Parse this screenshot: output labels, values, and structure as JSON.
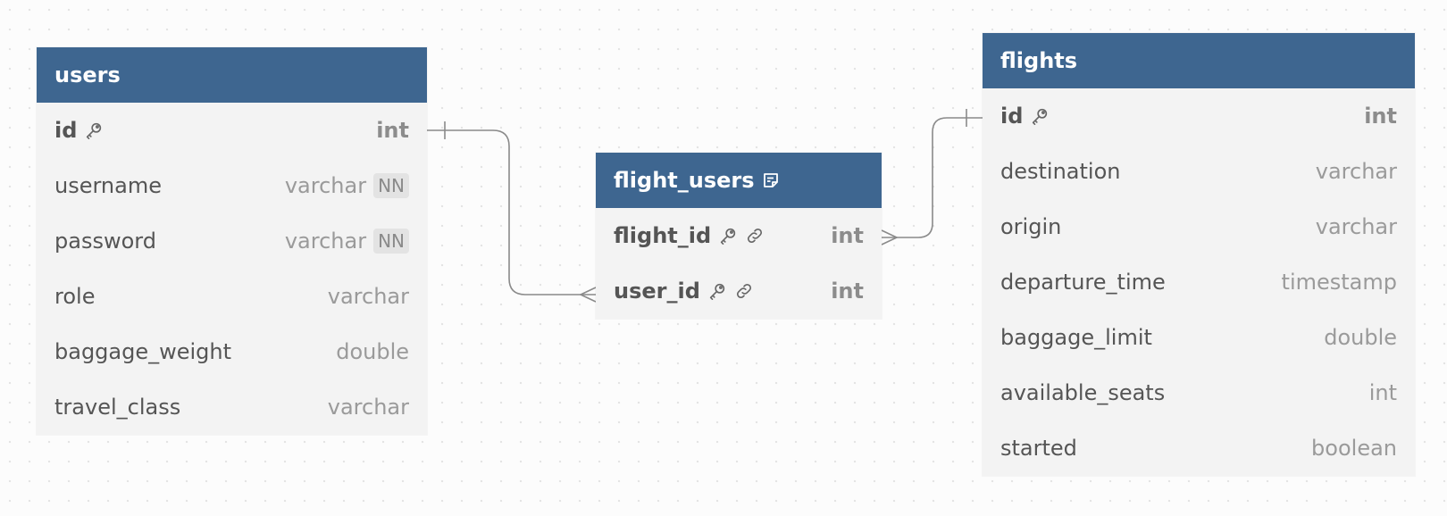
{
  "tables": {
    "users": {
      "title": "users",
      "columns": [
        {
          "name": "id",
          "type": "int",
          "pk": true,
          "icons": [
            "key-icon"
          ]
        },
        {
          "name": "username",
          "type": "varchar",
          "badge": "NN"
        },
        {
          "name": "password",
          "type": "varchar",
          "badge": "NN"
        },
        {
          "name": "role",
          "type": "varchar"
        },
        {
          "name": "baggage_weight",
          "type": "double"
        },
        {
          "name": "travel_class",
          "type": "varchar"
        }
      ]
    },
    "flight_users": {
      "title": "flight_users",
      "title_icon": "note-icon",
      "columns": [
        {
          "name": "flight_id",
          "type": "int",
          "pk": true,
          "icons": [
            "key-icon",
            "link-icon"
          ]
        },
        {
          "name": "user_id",
          "type": "int",
          "pk": true,
          "icons": [
            "key-icon",
            "link-icon"
          ]
        }
      ]
    },
    "flights": {
      "title": "flights",
      "columns": [
        {
          "name": "id",
          "type": "int",
          "pk": true,
          "icons": [
            "key-icon"
          ]
        },
        {
          "name": "destination",
          "type": "varchar"
        },
        {
          "name": "origin",
          "type": "varchar"
        },
        {
          "name": "departure_time",
          "type": "timestamp"
        },
        {
          "name": "baggage_limit",
          "type": "double"
        },
        {
          "name": "available_seats",
          "type": "int"
        },
        {
          "name": "started",
          "type": "boolean"
        }
      ]
    }
  },
  "relationships": [
    {
      "from": "users.id",
      "to": "flight_users.user_id",
      "cardinality": "one-to-many"
    },
    {
      "from": "flights.id",
      "to": "flight_users.flight_id",
      "cardinality": "one-to-many"
    }
  ],
  "colors": {
    "header": "#3e6690",
    "table_body": "#f3f3f3",
    "connector": "#8a8a8a"
  }
}
